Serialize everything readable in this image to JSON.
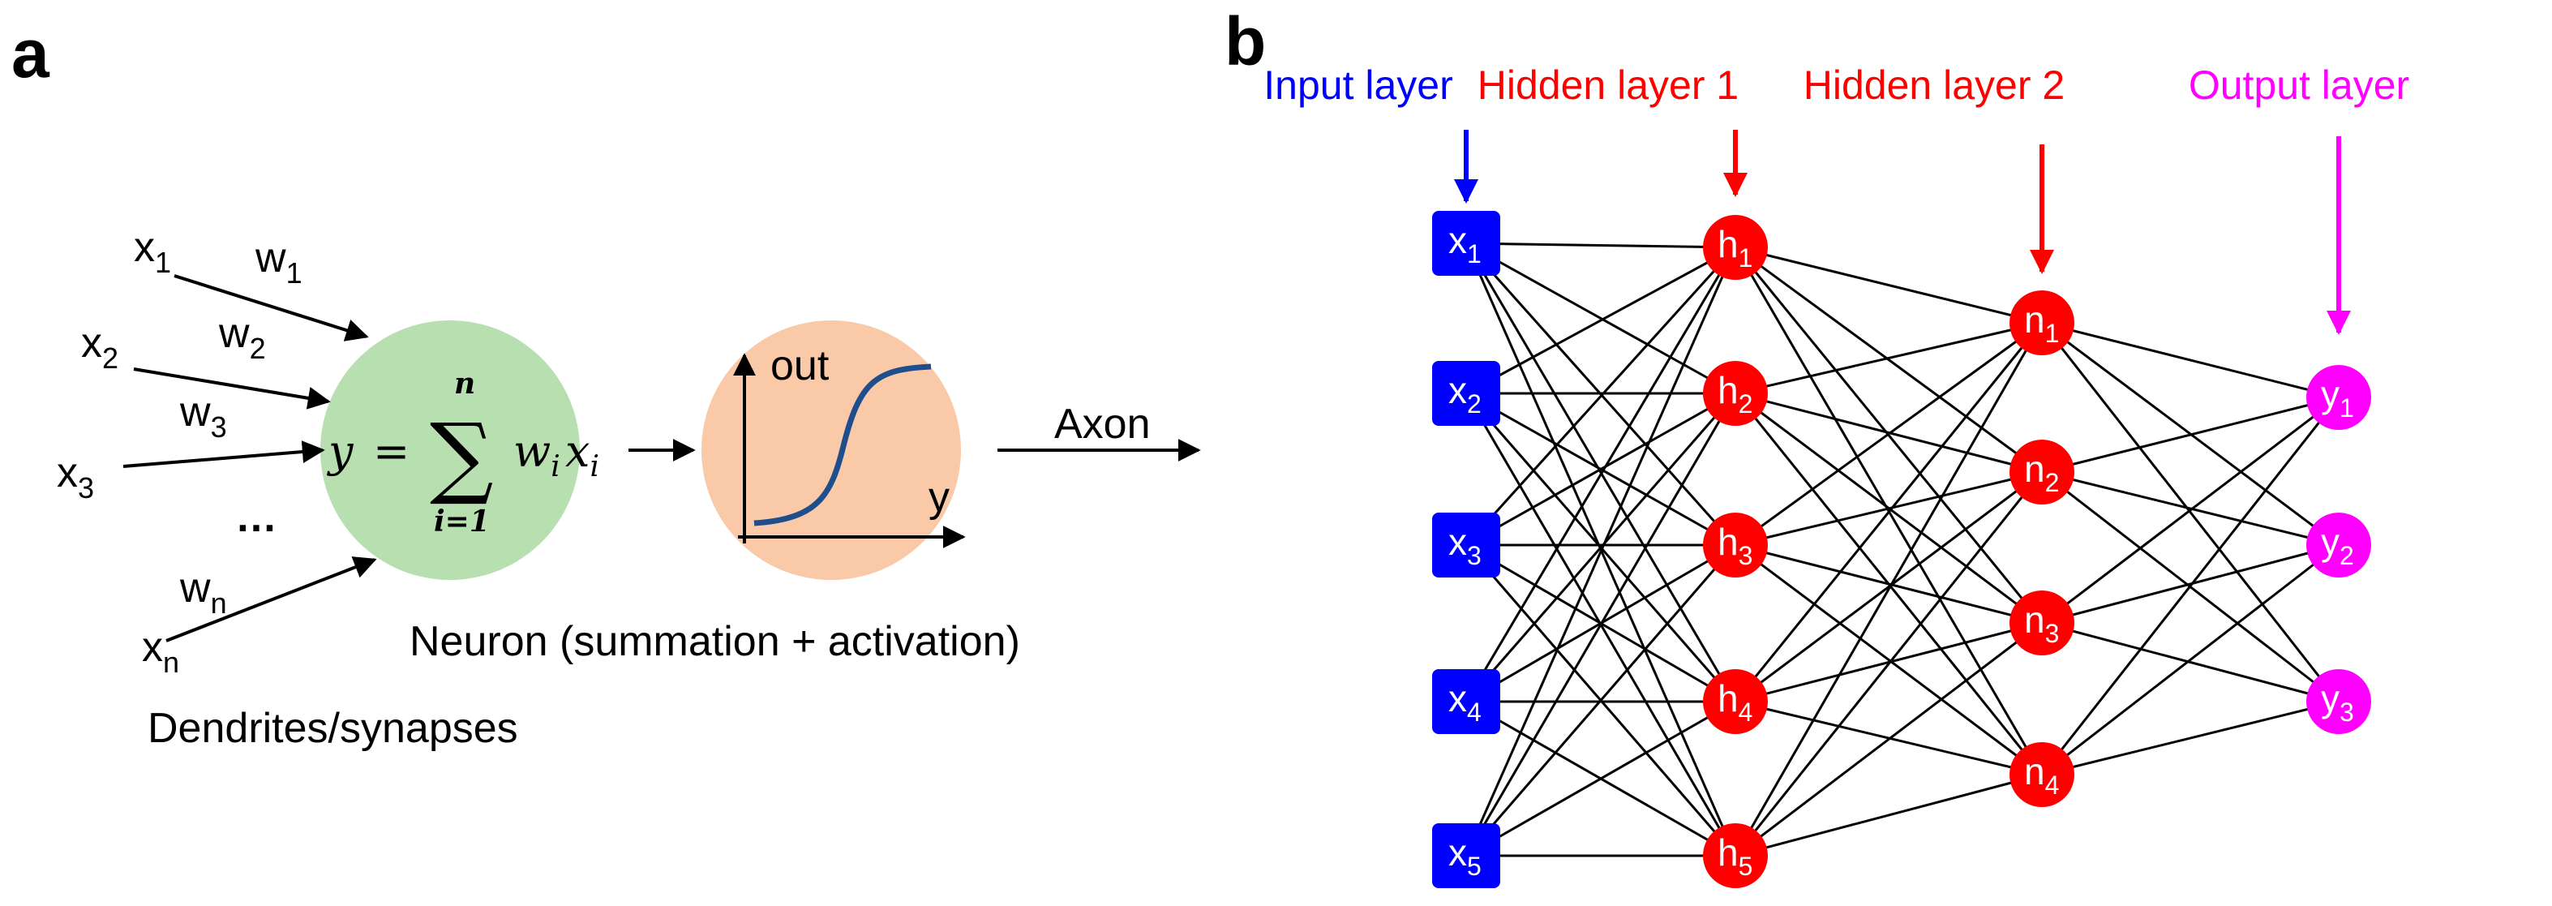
{
  "panel_a": {
    "letter": "a",
    "inputs": [
      {
        "base": "x",
        "sub": "1"
      },
      {
        "base": "x",
        "sub": "2"
      },
      {
        "base": "x",
        "sub": "3"
      },
      {
        "base": "x",
        "sub": "n"
      }
    ],
    "weights": [
      {
        "base": "w",
        "sub": "1"
      },
      {
        "base": "w",
        "sub": "2"
      },
      {
        "base": "w",
        "sub": "3"
      },
      {
        "base": "w",
        "sub": "n"
      }
    ],
    "ellipsis": "…",
    "equation": {
      "lhs": "y",
      "eq": "=",
      "sigma": "∑",
      "upper": "n",
      "lower": "i=1",
      "term_w": "w",
      "term_w_sub": "i",
      "term_x": "x",
      "term_x_sub": "i"
    },
    "activation": {
      "out_label": "out",
      "y_label": "y"
    },
    "axon_label": "Axon",
    "neuron_caption": "Neuron (summation + activation)",
    "dendrites_caption": "Dendrites/synapses",
    "colors": {
      "sum_circle": "#b7dfb0",
      "act_circle": "#f9c9a8",
      "sigmoid": "#1f4e8c"
    }
  },
  "panel_b": {
    "letter": "b",
    "layers": [
      {
        "title": "Input layer",
        "color": "#0000ff",
        "shape": "square",
        "nodes": [
          {
            "base": "x",
            "sub": "1"
          },
          {
            "base": "x",
            "sub": "2"
          },
          {
            "base": "x",
            "sub": "3"
          },
          {
            "base": "x",
            "sub": "4"
          },
          {
            "base": "x",
            "sub": "5"
          }
        ]
      },
      {
        "title": "Hidden layer 1",
        "color": "#ff0000",
        "shape": "circle",
        "nodes": [
          {
            "base": "h",
            "sub": "1"
          },
          {
            "base": "h",
            "sub": "2"
          },
          {
            "base": "h",
            "sub": "3"
          },
          {
            "base": "h",
            "sub": "4"
          },
          {
            "base": "h",
            "sub": "5"
          }
        ]
      },
      {
        "title": "Hidden layer 2",
        "color": "#ff0000",
        "shape": "circle",
        "nodes": [
          {
            "base": "n",
            "sub": "1"
          },
          {
            "base": "n",
            "sub": "2"
          },
          {
            "base": "n",
            "sub": "3"
          },
          {
            "base": "n",
            "sub": "4"
          }
        ]
      },
      {
        "title": "Output layer",
        "color": "#ff00ff",
        "shape": "circle",
        "nodes": [
          {
            "base": "y",
            "sub": "1"
          },
          {
            "base": "y",
            "sub": "2"
          },
          {
            "base": "y",
            "sub": "3"
          }
        ]
      }
    ]
  }
}
